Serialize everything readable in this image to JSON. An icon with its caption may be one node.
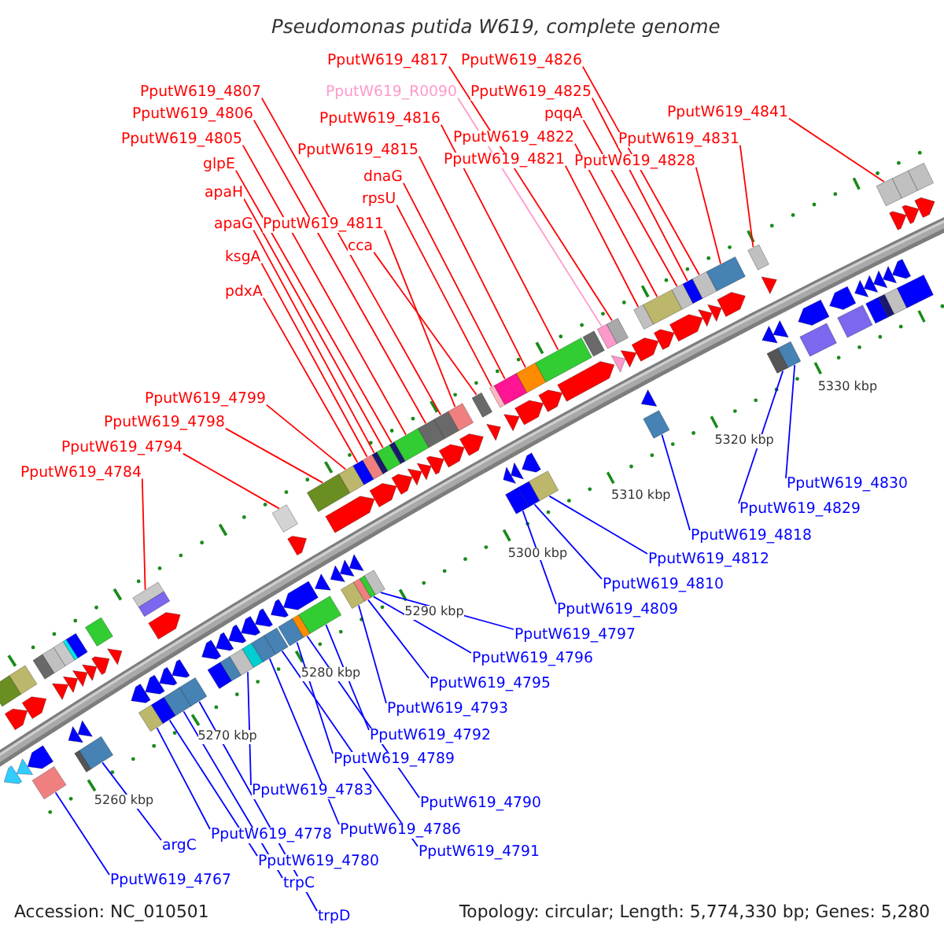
{
  "diagram": {
    "title": "Pseudomonas putida W619, complete genome",
    "nodes": [
      {
        "text": [
          "PputW619_4817"
        ]
      },
      {
        "text": [
          "PputW619_4826"
        ]
      },
      {
        "text": [
          "PputW619_4807"
        ]
      },
      {
        "text": [
          "PputW619_R0090"
        ]
      },
      {
        "text": [
          "PputW619_4825"
        ]
      },
      {
        "text": [
          "PputW619_4806"
        ]
      },
      {
        "text": [
          "pqqA"
        ]
      },
      {
        "text": [
          "PputW619_4841"
        ]
      },
      {
        "text": [
          "PputW619_4816"
        ]
      },
      {
        "text": [
          "PputW619_4805"
        ]
      },
      {
        "text": [
          "PputW619_4822"
        ]
      },
      {
        "text": [
          "PputW619_4831"
        ]
      },
      {
        "text": [
          "PputW619_4815"
        ]
      },
      {
        "text": [
          "PputW619_4821"
        ]
      },
      {
        "text": [
          "PputW619_4828"
        ]
      },
      {
        "text": [
          "glpE"
        ]
      },
      {
        "text": [
          "dnaG"
        ]
      },
      {
        "text": [
          "apaH"
        ]
      },
      {
        "text": [
          "rpsU"
        ]
      },
      {
        "text": [
          "apaG"
        ]
      },
      {
        "text": [
          "PputW619_4811"
        ]
      },
      {
        "text": [
          "cca"
        ]
      },
      {
        "text": [
          "ksgA"
        ]
      },
      {
        "text": [
          "pdxA"
        ]
      },
      {
        "text": [
          "PputW619_4799"
        ]
      },
      {
        "text": [
          "PputW619_4798"
        ]
      },
      {
        "text": [
          "PputW619_4794"
        ]
      },
      {
        "text": [
          "PputW619_4784"
        ]
      },
      {
        "text": [
          "PputW619_4830"
        ]
      },
      {
        "text": [
          "PputW619_4829"
        ]
      },
      {
        "text": [
          "PputW619_4818"
        ]
      },
      {
        "text": [
          "PputW619_4812"
        ]
      },
      {
        "text": [
          "PputW619_4810"
        ]
      },
      {
        "text": [
          "PputW619_4809"
        ]
      },
      {
        "text": [
          "PputW619_4797"
        ]
      },
      {
        "text": [
          "PputW619_4796"
        ]
      },
      {
        "text": [
          "PputW619_4795"
        ]
      },
      {
        "text": [
          "PputW619_4793"
        ]
      },
      {
        "text": [
          "PputW619_4792"
        ]
      },
      {
        "text": [
          "PputW619_4789"
        ]
      },
      {
        "text": [
          "PputW619_4783"
        ]
      },
      {
        "text": [
          "PputW619_4790"
        ]
      },
      {
        "text": [
          "PputW619_4786"
        ]
      },
      {
        "text": [
          "PputW619_4778"
        ]
      },
      {
        "text": [
          "argC"
        ]
      },
      {
        "text": [
          "PputW619_4791"
        ]
      },
      {
        "text": [
          "PputW619_4780"
        ]
      },
      {
        "text": [
          "PputW619_4767"
        ]
      },
      {
        "text": [
          "trpC"
        ]
      },
      {
        "text": [
          "trpD"
        ]
      },
      {
        "text": [],
        "shape": "box"
      },
      {
        "text": [],
        "shape": "box"
      },
      {
        "text": [],
        "shape": "box"
      },
      {
        "text": [],
        "shape": "box"
      },
      {
        "text": [],
        "shape": "box"
      },
      {
        "text": [],
        "shape": "box"
      },
      {
        "text": [],
        "shape": "box"
      },
      {
        "text": [],
        "shape": "box"
      },
      {
        "text": [],
        "shape": "box"
      },
      {
        "text": [],
        "shape": "box"
      },
      {
        "text": [],
        "shape": "box"
      },
      {
        "text": [],
        "shape": "box"
      },
      {
        "text": [],
        "shape": "box"
      },
      {
        "text": [],
        "shape": "box"
      },
      {
        "text": [],
        "shape": "box"
      },
      {
        "text": [],
        "shape": "box"
      },
      {
        "text": [],
        "shape": "box"
      },
      {
        "text": [],
        "shape": "box"
      },
      {
        "text": [],
        "shape": "box"
      },
      {
        "text": [],
        "shape": "box"
      },
      {
        "text": [],
        "shape": "box"
      },
      {
        "text": [],
        "shape": "box"
      },
      {
        "text": [],
        "shape": "box"
      },
      {
        "text": [],
        "shape": "box"
      },
      {
        "text": [],
        "shape": "box"
      },
      {
        "text": [],
        "shape": "box"
      },
      {
        "text": [],
        "shape": "box"
      },
      {
        "text": [],
        "shape": "box"
      },
      {
        "text": [],
        "shape": "box"
      },
      {
        "text": [],
        "shape": "box"
      },
      {
        "text": [],
        "shape": "box"
      },
      {
        "text": [],
        "shape": "box"
      },
      {
        "text": [],
        "shape": "box"
      },
      {
        "text": [],
        "shape": "box"
      },
      {
        "text": [],
        "shape": "box"
      },
      {
        "text": [],
        "shape": "box"
      },
      {
        "text": [],
        "shape": "box"
      },
      {
        "text": [],
        "shape": "box"
      },
      {
        "text": [],
        "shape": "box"
      },
      {
        "text": [],
        "shape": "box"
      },
      {
        "text": [],
        "shape": "box"
      },
      {
        "text": [],
        "shape": "box"
      },
      {
        "text": [],
        "shape": "box"
      },
      {
        "text": [],
        "shape": "box"
      },
      {
        "text": [],
        "shape": "box"
      },
      {
        "text": [],
        "shape": "box"
      },
      {
        "text": [],
        "shape": "box"
      },
      {
        "text": [],
        "shape": "box"
      },
      {
        "text": [],
        "shape": "box"
      },
      {
        "text": [],
        "shape": "box"
      },
      {
        "text": [],
        "shape": "box"
      },
      {
        "text": [],
        "shape": "box"
      },
      {
        "text": [],
        "shape": "box"
      },
      {
        "text": [],
        "shape": "box"
      },
      {
        "text": [],
        "shape": "box"
      },
      {
        "text": [],
        "shape": "box"
      },
      {
        "text": [],
        "shape": "box"
      },
      {
        "text": [],
        "shape": "box"
      },
      {
        "text": [],
        "shape": "box"
      },
      {
        "text": [],
        "shape": "box"
      },
      {
        "text": [],
        "shape": "box"
      },
      {
        "text": [],
        "shape": "box"
      },
      {
        "text": [],
        "shape": "box"
      },
      {
        "text": [],
        "shape": "box"
      },
      {
        "text": [],
        "shape": "box"
      },
      {
        "text": [],
        "shape": "box"
      },
      {
        "text": [],
        "shape": "box"
      },
      {
        "text": [],
        "shape": "box"
      },
      {
        "text": [],
        "shape": "box"
      },
      {
        "text": [],
        "shape": "box"
      },
      {
        "text": [],
        "shape": "box"
      },
      {
        "text": [],
        "shape": "arrow"
      },
      {
        "text": [],
        "shape": "arrow"
      },
      {
        "text": [],
        "shape": "arrow"
      },
      {
        "text": [],
        "shape": "arrow"
      },
      {
        "text": [],
        "shape": "arrow"
      },
      {
        "text": [],
        "shape": "arrow"
      },
      {
        "text": [],
        "shape": "arrow"
      },
      {
        "text": [],
        "shape": "arrow"
      },
      {
        "text": [],
        "shape": "arrow"
      },
      {
        "text": [],
        "shape": "arrow"
      },
      {
        "text": [],
        "shape": "arrow"
      },
      {
        "text": [],
        "shape": "arrow"
      },
      {
        "text": [],
        "shape": "arrow"
      },
      {
        "text": [],
        "shape": "arrow"
      },
      {
        "text": [],
        "shape": "arrow"
      },
      {
        "text": [],
        "shape": "arrow"
      },
      {
        "text": [],
        "shape": "arrow"
      },
      {
        "text": [],
        "shape": "arrow"
      },
      {
        "text": [],
        "shape": "arrow"
      },
      {
        "text": [],
        "shape": "arrow"
      },
      {
        "text": [],
        "shape": "arrow"
      },
      {
        "text": [],
        "shape": "arrow"
      },
      {
        "text": [],
        "shape": "arrow"
      },
      {
        "text": [],
        "shape": "arrow"
      },
      {
        "text": [],
        "shape": "arrow"
      },
      {
        "text": [],
        "shape": "arrow"
      },
      {
        "text": [],
        "shape": "arrow"
      },
      {
        "text": [],
        "shape": "arrow"
      },
      {
        "text": [],
        "shape": "arrow"
      },
      {
        "text": [],
        "shape": "arrow"
      },
      {
        "text": [],
        "shape": "arrow"
      },
      {
        "text": [],
        "shape": "arrow"
      },
      {
        "text": [],
        "shape": "arrow"
      },
      {
        "text": [],
        "shape": "arrow"
      },
      {
        "text": [],
        "shape": "arrow"
      },
      {
        "text": [],
        "shape": "arrow"
      },
      {
        "text": [],
        "shape": "arrow"
      },
      {
        "text": [],
        "shape": "arrow"
      },
      {
        "text": [],
        "shape": "arrow"
      },
      {
        "text": [],
        "shape": "arrow"
      },
      {
        "text": [],
        "shape": "arrow"
      },
      {
        "text": [],
        "shape": "arrow"
      },
      {
        "text": [],
        "shape": "arrow"
      },
      {
        "text": [],
        "shape": "arrow"
      },
      {
        "text": [],
        "shape": "arrow"
      },
      {
        "text": [],
        "shape": "arrow"
      },
      {
        "text": [],
        "shape": "arrow"
      },
      {
        "text": [],
        "shape": "arrow"
      },
      {
        "text": [],
        "shape": "arrow"
      },
      {
        "text": [],
        "shape": "arrow"
      },
      {
        "text": [],
        "shape": "arrow"
      },
      {
        "text": [],
        "shape": "arrow"
      },
      {
        "text": [],
        "shape": "arrow"
      },
      {
        "text": [],
        "shape": "arrow"
      },
      {
        "text": [],
        "shape": "arrow"
      },
      {
        "text": [],
        "shape": "arrow"
      },
      {
        "text": [],
        "shape": "arrow"
      },
      {
        "text": [],
        "shape": "arrow"
      },
      {
        "text": [],
        "shape": "arrow"
      },
      {
        "text": [],
        "shape": "arrow"
      },
      {
        "text": [],
        "shape": "arrow"
      },
      {
        "text": [],
        "shape": "arrow"
      },
      {
        "text": [],
        "shape": "arrow"
      },
      {
        "text": [],
        "shape": "arrow"
      },
      {
        "text": [],
        "shape": "arrow"
      },
      {
        "text": [],
        "shape": "arrow"
      },
      {
        "text": [],
        "shape": "arrow"
      },
      {
        "text": [],
        "shape": "arrow"
      }
    ],
    "edges": [
      {
        "from": 0,
        "to": 102,
        "arrow": "none"
      },
      {
        "from": 1,
        "to": 107,
        "arrow": "none"
      },
      {
        "from": 2,
        "to": 89,
        "arrow": "none"
      },
      {
        "from": 3,
        "to": 101,
        "arrow": "none",
        "color": "#ff99cc"
      },
      {
        "from": 4,
        "to": 106,
        "arrow": "none"
      },
      {
        "from": 5,
        "to": 88,
        "arrow": "none"
      },
      {
        "from": 6,
        "to": 105,
        "arrow": "none"
      },
      {
        "from": 7,
        "to": 118,
        "arrow": "none"
      },
      {
        "from": 8,
        "to": 98,
        "arrow": "none"
      },
      {
        "from": 9,
        "to": 87,
        "arrow": "none"
      },
      {
        "from": 10,
        "to": 104,
        "arrow": "none"
      },
      {
        "from": 11,
        "to": 111,
        "arrow": "none"
      },
      {
        "from": 12,
        "to": 97,
        "arrow": "none"
      },
      {
        "from": 13,
        "to": 103,
        "arrow": "none"
      },
      {
        "from": 14,
        "to": 108,
        "arrow": "none"
      },
      {
        "from": 15,
        "to": 86,
        "arrow": "none"
      },
      {
        "from": 16,
        "to": 96,
        "arrow": "none"
      },
      {
        "from": 17,
        "to": 85,
        "arrow": "none"
      },
      {
        "from": 18,
        "to": 95,
        "arrow": "none"
      },
      {
        "from": 19,
        "to": 84,
        "arrow": "none"
      },
      {
        "from": 20,
        "to": 90,
        "arrow": "none"
      },
      {
        "from": 21,
        "to": 93,
        "arrow": "none"
      },
      {
        "from": 22,
        "to": 83,
        "arrow": "none"
      },
      {
        "from": 23,
        "to": 82,
        "arrow": "none"
      },
      {
        "from": 24,
        "to": 81,
        "arrow": "none"
      },
      {
        "from": 25,
        "to": 78,
        "arrow": "none"
      },
      {
        "from": 26,
        "to": 75,
        "arrow": "none"
      },
      {
        "from": 27,
        "to": 65,
        "arrow": "none"
      },
      {
        "from": 28,
        "to": 110,
        "arrow": "none",
        "color": "#0000ff"
      },
      {
        "from": 29,
        "to": 109,
        "arrow": "none",
        "color": "#0000ff"
      },
      {
        "from": 30,
        "to": 100,
        "arrow": "none",
        "color": "#0000ff"
      },
      {
        "from": 31,
        "to": 94,
        "arrow": "none",
        "color": "#0000ff"
      },
      {
        "from": 32,
        "to": 92,
        "arrow": "none",
        "color": "#0000ff"
      },
      {
        "from": 33,
        "to": 91,
        "arrow": "none",
        "color": "#0000ff"
      },
      {
        "from": 34,
        "to": 80,
        "arrow": "none",
        "color": "#0000ff"
      },
      {
        "from": 35,
        "to": 79,
        "arrow": "none",
        "color": "#0000ff"
      },
      {
        "from": 36,
        "to": 77,
        "arrow": "none",
        "color": "#0000ff"
      },
      {
        "from": 37,
        "to": 76,
        "arrow": "none",
        "color": "#0000ff"
      },
      {
        "from": 38,
        "to": 74,
        "arrow": "none",
        "color": "#0000ff"
      },
      {
        "from": 39,
        "to": 72,
        "arrow": "none",
        "color": "#0000ff"
      },
      {
        "from": 40,
        "to": 68,
        "arrow": "none",
        "color": "#0000ff"
      },
      {
        "from": 41,
        "to": 73,
        "arrow": "none",
        "color": "#0000ff"
      },
      {
        "from": 42,
        "to": 70,
        "arrow": "none",
        "color": "#0000ff"
      },
      {
        "from": 43,
        "to": 60,
        "arrow": "none",
        "color": "#0000ff"
      },
      {
        "from": 44,
        "to": 54,
        "arrow": "none",
        "color": "#0000ff"
      },
      {
        "from": 45,
        "to": 71,
        "arrow": "none",
        "color": "#0000ff"
      },
      {
        "from": 46,
        "to": 62,
        "arrow": "none",
        "color": "#0000ff"
      },
      {
        "from": 47,
        "to": 50,
        "arrow": "none",
        "color": "#0000ff"
      },
      {
        "from": 48,
        "to": 63,
        "arrow": "none",
        "color": "#0000ff"
      },
      {
        "from": 49,
        "to": 64,
        "arrow": "none",
        "color": "#0000ff"
      }
    ],
    "labels": [
      "5330 kbp",
      "5320 kbp",
      "5310 kbp",
      "5300 kbp",
      "5290 kbp",
      "5280 kbp",
      "5270 kbp",
      "5260 kbp",
      "Accession: NC_010501",
      "Topology: circular; Length: 5,774,330 bp; Genes: 5,280"
    ]
  }
}
